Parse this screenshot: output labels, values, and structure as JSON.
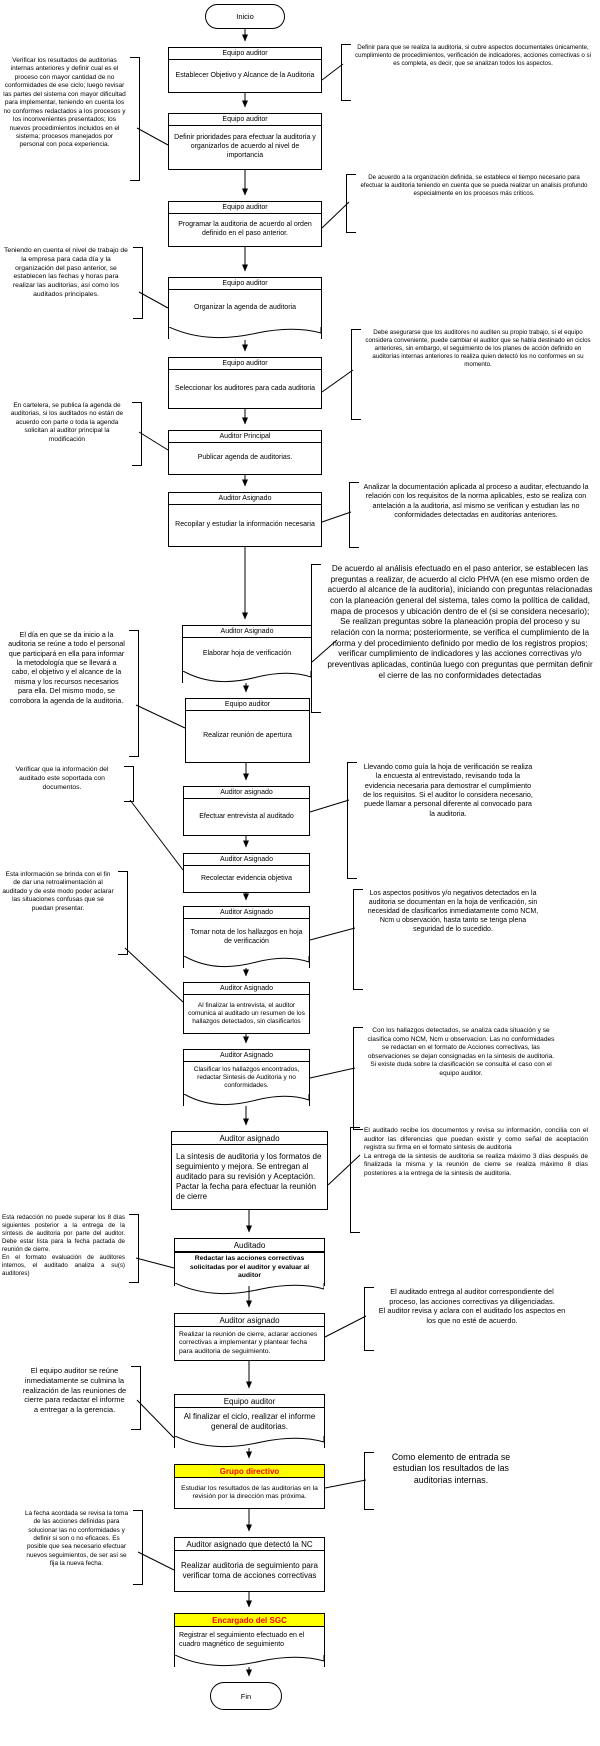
{
  "colors": {
    "highlight_bg": "#FFFF00",
    "highlight_text": "#FF0000",
    "line": "#000000",
    "node_bg": "#FFFFFF"
  },
  "flow": {
    "start_label": "Inicio",
    "end_label": "Fin",
    "steps": [
      {
        "role": "Equipo auditor",
        "text": "Establecer Objetivo y Alcance de la Auditoria"
      },
      {
        "role": "Equipo auditor",
        "text": "Definir prioridades para efectuar la auditoria y organizarlos de acuerdo al nivel de importancia"
      },
      {
        "role": "Equipo auditor",
        "text": "Programar la auditoria de acuerdo al orden definido en el paso anterior."
      },
      {
        "role": "Equipo auditor",
        "text": "Organizar la agenda de auditoria"
      },
      {
        "role": "Equipo auditor",
        "text": "Seleccionar los auditores para cada auditoria"
      },
      {
        "role": "Auditor Principal",
        "text": "Publicar agenda de auditorias."
      },
      {
        "role": "Auditor Asignado",
        "text": "Recopilar y estudiar la información necesaria"
      },
      {
        "role": "Auditor Asignado",
        "text": "Elaborar hoja de verificación"
      },
      {
        "role": "Equipo auditor",
        "text": "Realizar reunión de apertura"
      },
      {
        "role": "Auditor asignado",
        "text": "Efectuar entrevista al auditado"
      },
      {
        "role": "Auditor Asignado",
        "text": "Recolectar evidencia objetiva"
      },
      {
        "role": "Auditor Asignado",
        "text": "Tomar nota de los hallazgos en hoja de verificación"
      },
      {
        "role": "Auditor Asignado",
        "text": "Al finalizar la entrevista, el auditor comunica al auditado un resumen de los hallazgos detectados, sin clasificarlos"
      },
      {
        "role": "Auditor Asignado",
        "text": "Clasificar los hallazgos encontrados, redactar Sintesis de Auditoria y no conformidades."
      },
      {
        "role": "Auditor asignado",
        "text": "La síntesis de auditoria y los formatos de seguimiento y mejora. Se entregan al auditado para su revisión y Aceptación. Pactar la fecha para efectuar la reunión de cierre"
      },
      {
        "role": "Auditado",
        "text": "Redactar las acciones correctivas solicitadas por el auditor y evaluar al auditor"
      },
      {
        "role": "Auditor asignado",
        "text": "Realizar la reunión de cierre, aclarar acciones correctivas a implementar y plantear fecha para auditoria de seguimiento."
      },
      {
        "role": "Equipo auditor",
        "text": "Al finalizar el ciclo, realizar el informe general de auditorias."
      },
      {
        "role": "Grupo directivo",
        "text": "Estudiar los resultados de las auditorias en la revisión por la dirección mas próxima."
      },
      {
        "role": "Auditor asignado que detectó la NC",
        "text": "Realizar auditoria de seguimiento para verificar toma de acciones correctivas"
      },
      {
        "role": "Encargado del SGC",
        "text": "Registrar el seguimiento efectuado en el cuadro magnético de seguimiento"
      }
    ]
  },
  "left_notes": [
    "Verificar los resultados de auditorias internas anteriores y definir cual es el proceso con mayor cantidad de no conformidades de ese ciclo; luego revisar las partes del sistema con mayor dificultad para implementar, teniendo en cuenta los no conformes redactados a los procesos y los inconvenientes presentados; los nuevos procedimientos incluidos en el sistema; procesos manejados por personal con poca experiencia.",
    "Teniendo en cuenta el nivel de trabajo de la empresa para cada día y la organización del paso anterior, se establecen las fechas y horas para realizar las auditorias, así como los auditados principales.",
    "En cartelera, se publica la agenda de auditorias, si los auditados no están de acuerdo con parte o toda la agenda solicitan al auditor principal la modificación",
    "El día en que se da inicio a la auditoria se reúne a todo el personal que participará en ella para informar la metodología que se llevará a cabo, el objetivo y el alcance de la misma y los recursos necesarios para ella. Del mismo modo, se corrobora la agenda de la auditoria.",
    "Verificar que la información del auditado este soportada con documentos.",
    "Esta información se brinda con el fin de dar una retroalimentación al auditado y de este modo poder aclarar las situaciones confusas que se puedan presentar.",
    "Esta redacción no puede superar los 8 días siguientes posterior a la entrega de la síntesis de auditoria por parte del auditor. Debe estar lista para la fecha pactada de reunión de cierre.\nEn el formato evaluación de auditores internos, el auditado analiza a su(s) auditores)",
    "El equipo auditor se reúne inmediatamente se culmina la realización de las reuniones de cierre para redactar el informe a entregar a la gerencia.",
    "La fecha acordada se revisa la toma de las acciones definidas para solucionar las no conformidades y definir si son o no eficaces. Es posible que sea necesario efectuar nuevos seguimientos, de ser así se fija la nueva fecha."
  ],
  "right_notes": [
    "Definir para que se realiza la auditoria, si cubre aspectos documentales únicamente, cumplimiento de procedimientos, verificación de indicadores, acciones correctivas o si es completa, es decir, que se analizan todos los aspectos.",
    "De acuerdo a la organización definida, se establece el tiempo necesario para efectuar la auditoria teniendo en cuenta que se pueda realizar un analisis profundo especialmente en los procesos más criticos.",
    "Debe asegurarse que los auditores no auditen su propio trabajo, si el equipo considera conveniente, puede cambiar el auditor que se había destinado en ciclos anteriores, sin embargo, el seguimiento de los planes de acción definido en auditorías internas anteriores lo realiza quien detectó los no conformes en su momento.",
    "Analizar la documentación aplicada al proceso a auditar, efectuando la relación con los requisitos de la norma aplicables, esto se realiza con antelación a la auditoria, así mismo se verifican y estudian las no conformidades detectadas en auditorias anteriores.",
    "De acuerdo al análisis efectuado en el paso anterior, se establecen las preguntas a realizar, de acuerdo al ciclo PHVA (en ese mismo orden de acuerdo al alcance de la auditoria), iniciando con preguntas relacionadas con la planeación general del sistema, tales como la política de calidad, mapa de procesos y ubicación dentro de el (si se considera necesario); Se realizan preguntas sobre la planeación propia del proceso y su relación con la norma; posteriormente, se verifica el cumplimiento de la norma y del procedimiento definido por medio de los registros propios; verificar cumplimiento de indicadores y las acciones correctivas y/o preventivas aplicadas, continúa luego con preguntas que permitan definir el cierre de las no conformidades detectadas",
    "Llevando como guía la hoja de verificación se realiza la encuesta al entrevistado, revisando toda la evidencia necesaria para demostrar el cumplimiento de los requisitos. Si el auditor lo considera necesario, puede llamar a personal diferente al convocado para la auditoria.",
    "Los aspectos positivos y/o negativos detectados en la auditoria se documentan en la hoja de verificación, sin necesidad de clasificarlos inmediatamente como NCM, Ncm u observación, hasta tanto se tenga plena seguridad de lo sucedido.",
    "Con los hallazgos detectados, se analiza cada situación y se clasifica como NCM, Ncm u observacion. Las no conformidades se redactan en el formato de Acciones correctivas, las observaciones se dejan consignadas en la sintesis de auditoria. Si existe duda sobre la clasificación se consulta el caso con el equipo auditor.",
    "El auditado recibe los documentos y revisa su información, concilia con el auditor las diferencias que puedan existir y como señal de aceptación registra su firma en el formato sintesis de auditoria\nLa entrega de la sintesis de auditoria se realiza máximo 3 días después de finalizada la misma y la reunión de cierre se realiza máximo 8 días posteriores a la entrega de la sintesis de auditoria.",
    "El auditado entrega al auditor correspondiente del proceso, las acciones correctivas ya diligenciadas.\nEl auditor revisa y aclara con el auditado los aspectos en los que no esté de acuerdo.",
    "Como elemento de entrada se estudian los resultados de las auditorias internas."
  ]
}
